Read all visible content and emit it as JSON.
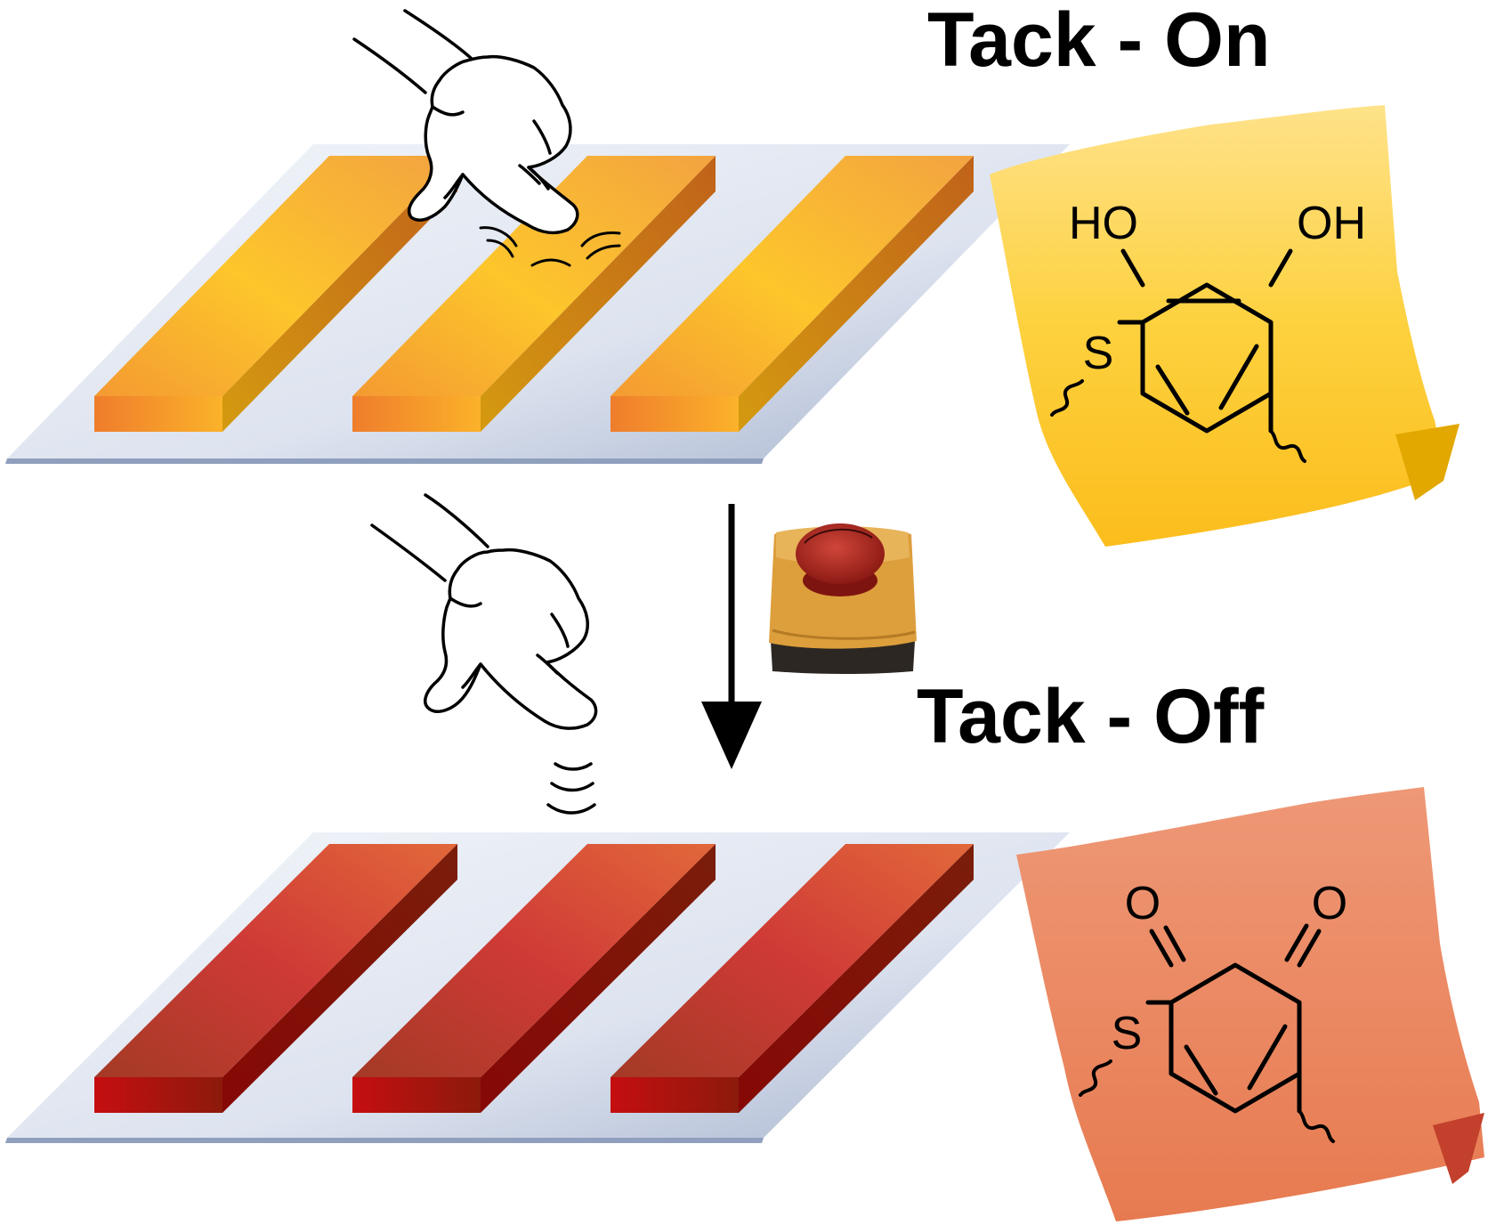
{
  "titles": {
    "on": "Tack - On",
    "off": "Tack - Off"
  },
  "molecule_on": {
    "left_group": "HO",
    "right_group": "OH",
    "thio": "S"
  },
  "molecule_off": {
    "left_group": "O",
    "right_group": "O",
    "thio": "S"
  },
  "colors": {
    "substrate_light": "#eef2f8",
    "substrate_dark": "#9eacc8",
    "tack_on_top": "#fcc52a",
    "tack_on_front": "#f08a30",
    "tack_on_side": "#c06a14",
    "tack_off_top": "#c63a38",
    "tack_off_front": "#c10c0e",
    "tack_off_side": "#7a1008",
    "note_on": "#fdd346",
    "note_off": "#ec8a62",
    "button_cap": "#b8281c",
    "button_body": "#e0a440"
  },
  "icons": {
    "hand_on": "pointing-hand-icon",
    "hand_off": "pointing-hand-icon",
    "switch": "push-button-icon",
    "arrow": "down-arrow-icon"
  }
}
